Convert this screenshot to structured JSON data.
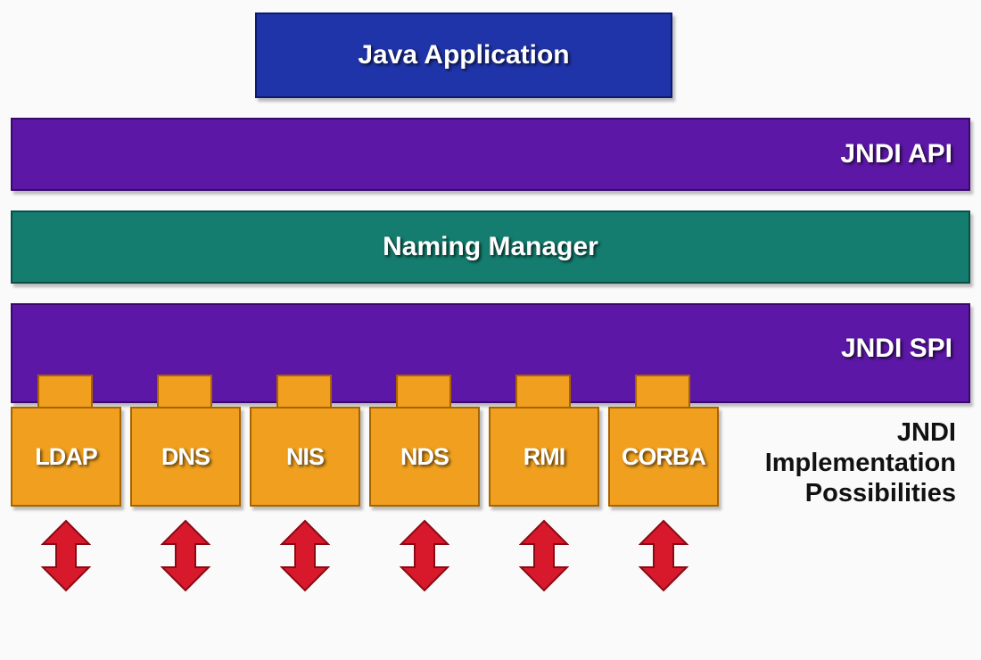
{
  "layers": {
    "java_application": "Java Application",
    "jndi_api": "JNDI API",
    "naming_manager": "Naming Manager",
    "jndi_spi": "JNDI SPI"
  },
  "providers": [
    {
      "label": "LDAP"
    },
    {
      "label": "DNS"
    },
    {
      "label": "NIS"
    },
    {
      "label": "NDS"
    },
    {
      "label": "RMI"
    },
    {
      "label": "CORBA"
    }
  ],
  "implementation_title": {
    "line1": "JNDI",
    "line2": "Implementation",
    "line3": "Possibilities"
  },
  "colors": {
    "java_application": "#1f34a8",
    "jndi_api": "#5d17a6",
    "naming_manager": "#147d6f",
    "jndi_spi": "#5d17a6",
    "provider": "#f0a01e",
    "arrow": "#d8192c"
  },
  "icons": {
    "arrow": "double-headed-vertical-arrow-icon"
  }
}
